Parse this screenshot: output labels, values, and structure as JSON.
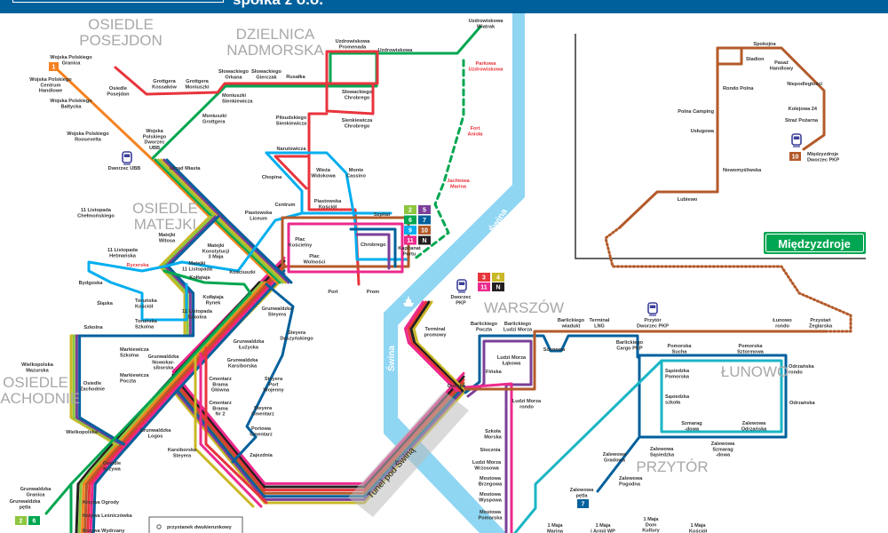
{
  "header": {
    "company": "spółka z o.o."
  },
  "districts": {
    "posejdon": [
      "OSIEDLE",
      "POSEJDON"
    ],
    "nadmorska": [
      "DZIELNICA",
      "NADMORSKA"
    ],
    "matejki": [
      "OSIEDLE",
      "MATEJKI"
    ],
    "zachodnie": [
      "OSIEDLE",
      "ZACHODNIE"
    ],
    "warszow": [
      "WARSZÓW"
    ],
    "lunowo": [
      "ŁUNOWO"
    ],
    "przytor": [
      "PRZYTÓR"
    ]
  },
  "river_label": "Świna",
  "tunnel_label": "Tunel pod Świną",
  "inset_title": "Międzyzdroje",
  "legend": {
    "two_way_stop": "przystanek dwukierunkowy"
  },
  "colors": {
    "1": "#f58220",
    "2": "#8dc63f",
    "3": "#e8343c",
    "4": "#c9b827",
    "5": "#7b3f98",
    "6": "#00a651",
    "7": "#00609c",
    "9": "#00aeef",
    "10": "#b35a2a",
    "11": "#ec2a8c",
    "N": "#231f20",
    "teal": "#1ab5c5",
    "river": "#8fd6f3",
    "header": "#00609c",
    "train": "#3b3f99"
  },
  "badges": {
    "center_legend": [
      "2",
      "5",
      "6",
      "7",
      "9",
      "10",
      "11",
      "N"
    ],
    "pkp_legend": [
      "3",
      "4",
      "11",
      "N"
    ],
    "line1": "1",
    "line7": "7",
    "line10": "10",
    "lines_2_6": [
      "2",
      "6"
    ]
  },
  "stops": {
    "wp_granica": [
      "Wojska Polskiego",
      "Granica"
    ],
    "wp_ch": [
      "Wojska Polskiego",
      "Centrum",
      "Handlowe"
    ],
    "wp_baltycka": [
      "Wojska Polskiego",
      "Bałtycka"
    ],
    "wp_roosevelta": [
      "Wojska Polskiego",
      "Roosevelta"
    ],
    "wp_dworzec": [
      "Wojska",
      "Polskiego",
      "Dworzec",
      "UBB"
    ],
    "dworzec_ubb": [
      "Dworzec UBB"
    ],
    "urzad": [
      "Urząd Miasta"
    ],
    "osiedle_posejdon": [
      "Osiedle",
      "Posejdon"
    ],
    "grottgera_k": [
      "Grottgera",
      "Kossaków"
    ],
    "grottgera_m": [
      "Grottgera",
      "Moniuszki"
    ],
    "slow_orkana": [
      "Słowackiego",
      "Orkana"
    ],
    "slow_gierczak": [
      "Słowackiego",
      "Gierczak"
    ],
    "rusalka": [
      "Rusałka"
    ],
    "moniuszki_s": [
      "Moniuszki",
      "Sienkiewicza"
    ],
    "moniuszki_g": [
      "Moniuszki",
      "Grottgera"
    ],
    "uzdr_prom": [
      "Uzdrowiskowa",
      "Promenada"
    ],
    "uzdrowiskowa": [
      "Uzdrowiskowa"
    ],
    "uzdr_wiatrak": [
      "Uzdrowiskowa",
      "Wiatrak"
    ],
    "parkowa": [
      "Parkowa",
      "Uzdrowiskowa"
    ],
    "fort": [
      "Fort",
      "Anioła"
    ],
    "jachtowa": [
      "Jachtowa",
      "Marina"
    ],
    "slow_chrobrego": [
      "Słowackiego",
      "Chrobrego"
    ],
    "pilsudskiego": [
      "Piłsudskiego",
      "Sienkiewicza"
    ],
    "sienk_chrobrego": [
      "Sienkiewicza",
      "Chrobrego"
    ],
    "narutowicza": [
      "Narutowicza"
    ],
    "chopina": [
      "Chopina"
    ],
    "wieza": [
      "Wieża",
      "Widokowa"
    ],
    "monte": [
      "Monte",
      "Cassino"
    ],
    "centrum": [
      "Centrum"
    ],
    "piastowska_k": [
      "Piastowska",
      "Kościół"
    ],
    "piastowska_l": [
      "Piastowska",
      "Liceum"
    ],
    "szpital": [
      "Szpital"
    ],
    "chrobrego": [
      "Chrobrego"
    ],
    "kapitanat": [
      "Kapitanat",
      "Portu"
    ],
    "plac_k": [
      "Plac",
      "Kościelny"
    ],
    "plac_w": [
      "Plac",
      "Wolności"
    ],
    "port": [
      "Port"
    ],
    "prom": [
      "Prom"
    ],
    "matejki_witosa": [
      "Matejki",
      "Witosa"
    ],
    "matejki_k3m": [
      "Matejki",
      "Konstytucji",
      "3 Maja"
    ],
    "matejki_11l": [
      "Matejki",
      "11 Listopada"
    ],
    "kosciuszki": [
      "Kościuszki"
    ],
    "kollataja": [
      "Kołłątaja"
    ],
    "kollataja_rynek": [
      "Kołłątaja",
      "Rynek"
    ],
    "l11_szkolna": [
      "11 Listopada",
      "Szkolna"
    ],
    "l11_chelm": [
      "11 Listopada",
      "Chełmońskiego"
    ],
    "l11_hetm": [
      "11 Listopada",
      "Hetmańska"
    ],
    "rycerska": [
      "Rycerska"
    ],
    "bydgoska": [
      "Bydgoska"
    ],
    "slaska": [
      "Śląska"
    ],
    "torunska_k": [
      "Toruńska",
      "Kościół"
    ],
    "torunska_s": [
      "Toruńska",
      "Szkolna"
    ],
    "szkolna": [
      "Szkolna"
    ],
    "markiewicza_s": [
      "Markiewicza",
      "Szkolna"
    ],
    "wlkp_mazurska": [
      "Wielkopolska",
      "Mazurska"
    ],
    "markiewicza_p": [
      "Markiewicza",
      "Poczta"
    ],
    "osiedle_zach": [
      "Osiedle",
      "Zachodnie"
    ],
    "wielkopolska": [
      "Wielkopolska"
    ],
    "grun_logos": [
      "Grunwaldzka",
      "Logos"
    ],
    "osiedle_krzywa": [
      "Osiedle",
      "Krzywa"
    ],
    "grun_granica": [
      "Grunwaldzka",
      "Granica"
    ],
    "grun_petla": [
      "Grunwaldzka",
      "pętla"
    ],
    "krzywa_ogrody": [
      "Krzywa Ogrody"
    ],
    "krzywa_les": [
      "Krzywa Leśniczówka"
    ],
    "krzywa_wyd": [
      "Krzywa Wydrzany"
    ],
    "grun_nowo": [
      "Grunwaldzka",
      "Nowokar-",
      "siborska"
    ],
    "grun_steyera": [
      "Grunwaldzka",
      "Steyera"
    ],
    "grun_lutycka": [
      "Grunwaldzka",
      "Łużycka"
    ],
    "grun_karsi": [
      "Grunwaldzka",
      "Karsiborska"
    ],
    "cm_glowna": [
      "Cmentarz",
      "Brama",
      "Główna"
    ],
    "cm_nr2": [
      "Cmentarz",
      "Brama",
      "Nr 2"
    ],
    "karsi_steyera": [
      "Karsiborska",
      "Steyera"
    ],
    "steyera_d": [
      "Steyera",
      "Daszyńskiego"
    ],
    "steyera_pw": [
      "Steyera",
      "Port",
      "Wojenny"
    ],
    "steyera_c": [
      "Steyera",
      "Cmentarz"
    ],
    "portowa": [
      "Portowa",
      "Cmentarz"
    ],
    "zajezdnia": [
      "Zajezdnia"
    ],
    "dworzec_pkp": [
      "Dworzec",
      "PKP"
    ],
    "terminal": [
      "Terminal",
      "promowy"
    ],
    "dunska": [
      "Duńska"
    ],
    "bart_poczta": [
      "Barlickiego",
      "Poczta"
    ],
    "bart_lm": [
      "Barlickiego",
      "Ludzi Morza"
    ],
    "finska": [
      "Fińska"
    ],
    "lm_lakowa": [
      "Ludzi Morza",
      "Łąkowa"
    ],
    "lm_rondo": [
      "Ludzi Morza",
      "rondo"
    ],
    "szkola_morska": [
      "Szkoła",
      "Morska"
    ],
    "stocznia": [
      "Stocznia"
    ],
    "lm_wrzos": [
      "Ludzi Morza",
      "Wrzosowa"
    ],
    "mostowa_b": [
      "Mostowa",
      "Brzegowa"
    ],
    "mostowa_w": [
      "Mostowa",
      "Wyspowa"
    ],
    "mostowa_p": [
      "Mostowa",
      "Pomorska"
    ],
    "sosnowa": [
      "Sosnowa"
    ],
    "bart_wiad": [
      "Barlickiego",
      "wiadukt"
    ],
    "terminal_lng": [
      "Terminal",
      "LNG"
    ],
    "bart_cargo": [
      "Barlickiego",
      "Cargo PKP"
    ],
    "przytor_pkp": [
      "Przytór",
      "Dworzec PKP"
    ],
    "lunowo_rondo": [
      "Łunowo",
      "rondo"
    ],
    "przystan": [
      "Przystań",
      "Żeglarska"
    ],
    "pom_sucha": [
      "Pomorska",
      "Sucha"
    ],
    "pom_sztormowa": [
      "Pomorska",
      "Sztormowa"
    ],
    "odrz_rondo": [
      "Odrzańska",
      "rondo"
    ],
    "sas_pom": [
      "Sąsiedzka",
      "Pomorska"
    ],
    "sas_szkola": [
      "Sąsiedzka",
      "szkoła"
    ],
    "odrzanska": [
      "Odrzańska"
    ],
    "szmarag": [
      "Szmarag",
      "-dowa"
    ],
    "zal_odrz": [
      "Zalewowa",
      "Odrzańska"
    ],
    "zal_szmarag": [
      "Zalewowa",
      "Szmarag",
      "-dowa"
    ],
    "zal_sasiedzka": [
      "Zalewowa",
      "Sąsiedzka"
    ],
    "zal_gradowa": [
      "Zalewowa",
      "Gradowa"
    ],
    "zal_pogodna": [
      "Zalewowa",
      "Pogodna"
    ],
    "zal_petla": [
      "Zalewowa",
      "pętla"
    ],
    "maja_marina": [
      "1 Maja",
      "Marina"
    ],
    "maja_armii": [
      "1 Maja",
      "i Armii WP"
    ],
    "maja_dom": [
      "1 Maja",
      "Dom",
      "Kultury"
    ],
    "maja_kosciol": [
      "1 Maja",
      "Kościół"
    ],
    "spokojna": [
      "Spokojna"
    ],
    "stadion": [
      "Stadion"
    ],
    "rondo_polna": [
      "Rondo Polna"
    ],
    "polna_camping": [
      "Polna Camping"
    ],
    "uslugowa": [
      "Usługowa"
    ],
    "nowomyslowska": [
      "Nowomyśliwska"
    ],
    "lubiewo": [
      "Lubiewo"
    ],
    "pasaz": [
      "Pasaż",
      "Handlowy"
    ],
    "niepodleglosci": [
      "Niepodległości"
    ],
    "kolejowa": [
      "Kolejowa 24"
    ],
    "straz": [
      "Straż Pożarna"
    ],
    "mdz_pkp": [
      "Międzyzdroje",
      "Dworzec PKP"
    ]
  }
}
